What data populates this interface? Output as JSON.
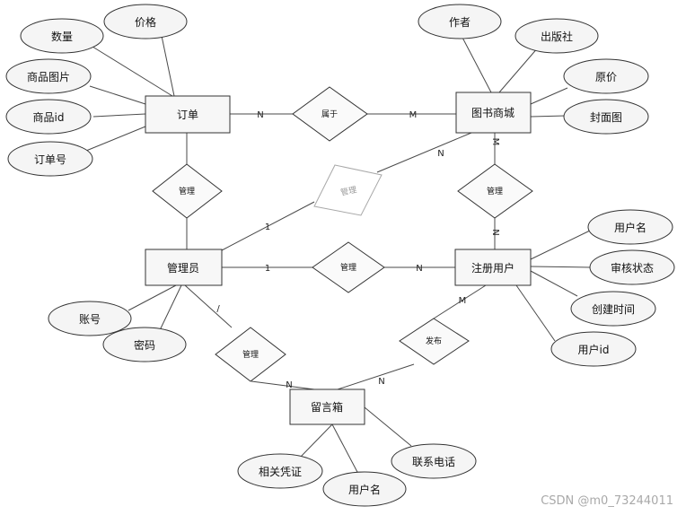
{
  "entities": {
    "order": "订单",
    "bookstore": "图书商城",
    "admin": "管理员",
    "registered_user": "注册用户",
    "message_box": "留言箱"
  },
  "relationships": {
    "belongs_to": "属于",
    "manage_order": "管理",
    "manage_bookstore": "管理",
    "manage_user": "管理",
    "manage_bookstore_user": "管理",
    "manage_message": "管理",
    "publish": "发布"
  },
  "attributes": {
    "order": {
      "quantity": "数量",
      "price": "价格",
      "product_image": "商品图片",
      "product_id": "商品id",
      "order_no": "订单号"
    },
    "bookstore": {
      "author": "作者",
      "publisher": "出版社",
      "original_price": "原价",
      "cover_image": "封面图"
    },
    "admin": {
      "account": "账号",
      "password": "密码"
    },
    "registered_user": {
      "username": "用户名",
      "review_status": "审核状态",
      "created_time": "创建时间",
      "user_id": "用户id"
    },
    "message_box": {
      "proof": "相关凭证",
      "username": "用户名",
      "phone": "联系电话"
    }
  },
  "cardinalities": {
    "order_belongs": "N",
    "bookstore_belongs": "M",
    "admin_to_bookstore_admin": "1",
    "admin_to_bookstore_store": "N",
    "bookstore_to_user_store": "M",
    "bookstore_to_user_user": "N",
    "admin_to_user_admin": "1",
    "admin_to_user_user": "N",
    "admin_to_message_admin": "/",
    "admin_to_message_msg": "N",
    "user_to_message_user": "M",
    "user_to_message_msg": "N"
  },
  "watermark": "CSDN @m0_73244011"
}
